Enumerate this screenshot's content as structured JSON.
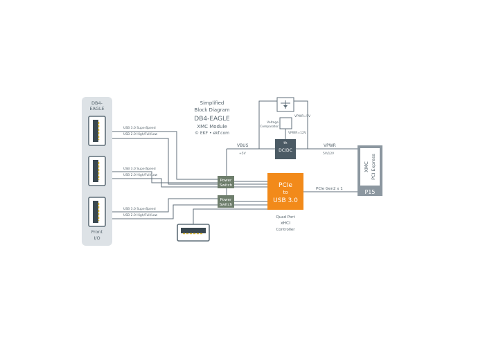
{
  "title": {
    "line1": "Simplified",
    "line2": "Block Diagram",
    "line3": "DB4-EAGLE",
    "line4": "XMC Module",
    "line5": "© EKF • ekf.com"
  },
  "front_panel": {
    "top_label_1": "DB4-",
    "top_label_2": "EAGLE",
    "bottom_label_1": "Front",
    "bottom_label_2": "I/O"
  },
  "ports": [
    {
      "line1": "USB 3.0 SuperSpeed",
      "line2": "USB 2.0 High/Full/Low"
    },
    {
      "line1": "USB 3.0 SuperSpeed",
      "line2": "USB 2.0 High/Full/Low"
    },
    {
      "line1": "USB 3.0 SuperSpeed",
      "line2": "USB 2.0 High/Full/Low"
    }
  ],
  "power_switch": {
    "line1": "Power",
    "line2": "Switch"
  },
  "controller": {
    "line1": "PCIe",
    "line2": "to",
    "line3": "USB 3.0",
    "caption1": "Quad Port",
    "caption2": "xHCI",
    "caption3": "Controller"
  },
  "vbus": {
    "name": "VBUS",
    "value": "+5V"
  },
  "dcdc": {
    "top": "th",
    "label": "DC/DC"
  },
  "vpwr": {
    "name": "VPWR",
    "value": "5V/12V"
  },
  "comparator": {
    "label1": "Voltage",
    "label2": "Comparator",
    "upper": "VPWR=5V",
    "lower": "VPWR=12V"
  },
  "pcie_link": "PCIe Gen2 x 1",
  "xmc": {
    "line1": "XMC",
    "line2": "PCI Express",
    "connector": "P15"
  },
  "colors": {
    "panel": "#dde2e6",
    "wire": "#5f6e78",
    "switch": "#6e7e6c",
    "controller": "#f28a1a",
    "dark": "#4b5a64",
    "xmc": "#8c97a0",
    "usb_pin": "#e6c23a"
  }
}
